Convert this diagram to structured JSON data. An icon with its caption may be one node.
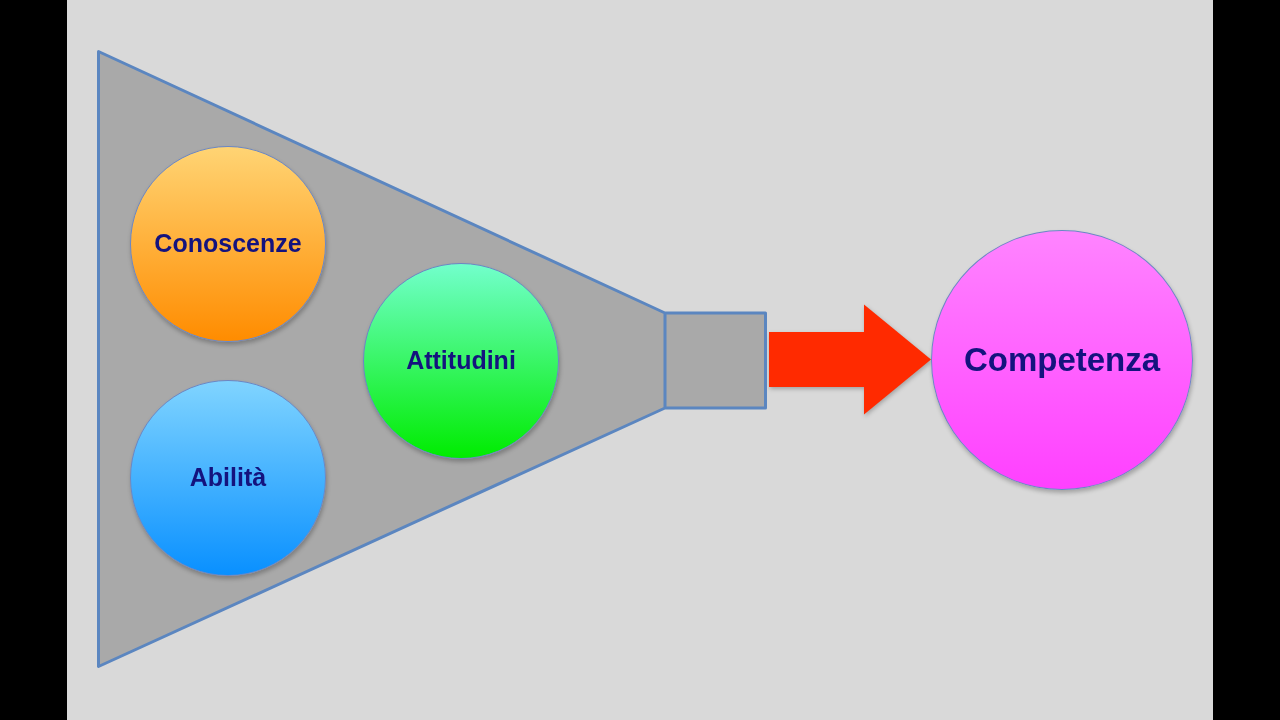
{
  "diagram": {
    "nodes": [
      {
        "text": [],
        "shape": "funnel"
      },
      {
        "text": [
          "Conoscenze"
        ],
        "in": 0
      },
      {
        "text": [
          "Abilità"
        ],
        "in": 0
      },
      {
        "text": [
          "Attitudini"
        ],
        "in": 0
      },
      {
        "text": [
          "Competenza"
        ]
      }
    ],
    "edges": [
      {
        "from": 0,
        "to": 4,
        "arrow": "to",
        "color": "#ff2a00"
      }
    ]
  }
}
